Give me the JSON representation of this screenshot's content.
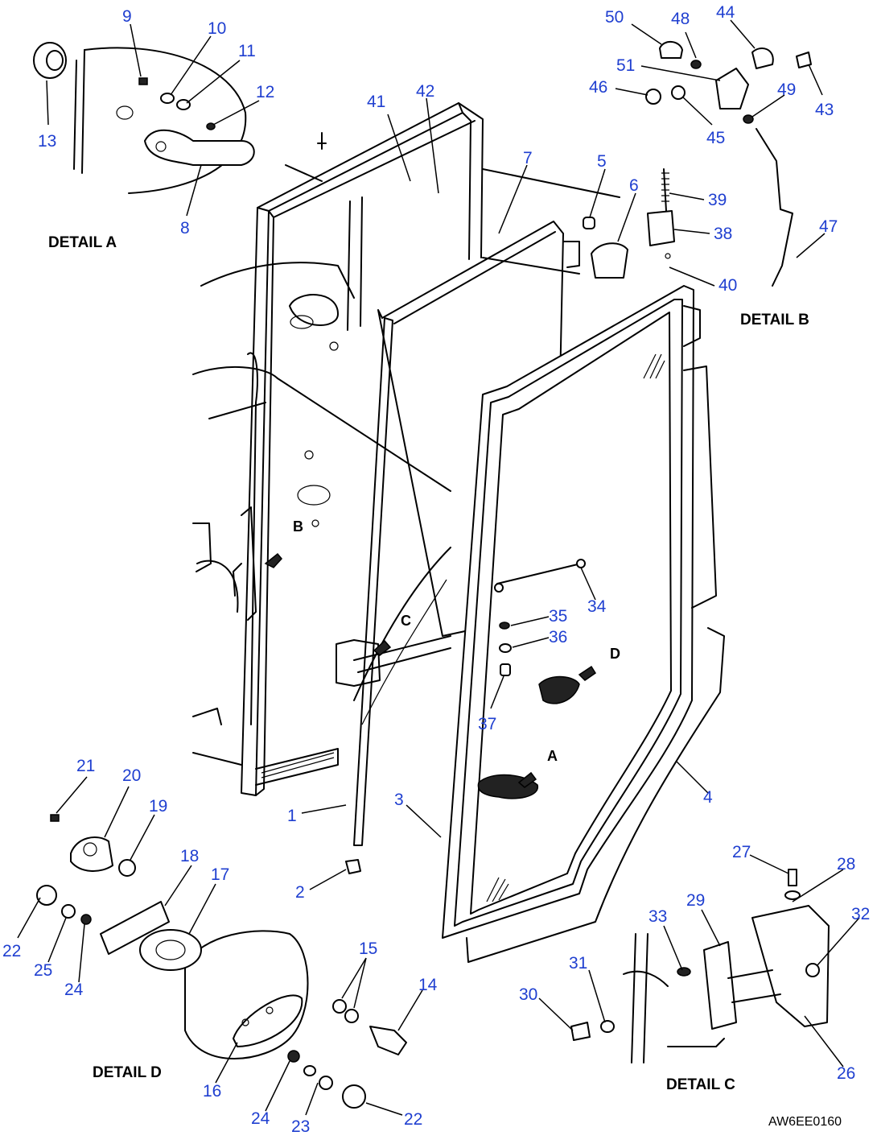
{
  "figure": {
    "detail_labels": {
      "a": "DETAIL A",
      "b": "DETAIL B",
      "c": "DETAIL C",
      "d": "DETAIL D"
    },
    "view_letters": {
      "a": "A",
      "b": "B",
      "c": "C",
      "d": "D"
    },
    "corner_code": "AW6EE0160",
    "callouts": [
      "9",
      "10",
      "11",
      "12",
      "13",
      "8",
      "41",
      "42",
      "7",
      "5",
      "6",
      "39",
      "38",
      "40",
      "50",
      "48",
      "44",
      "51",
      "46",
      "45",
      "49",
      "43",
      "47",
      "34",
      "35",
      "36",
      "37",
      "21",
      "20",
      "19",
      "18",
      "17",
      "22",
      "25",
      "24",
      "15",
      "14",
      "16",
      "24",
      "23",
      "22",
      "1",
      "2",
      "3",
      "4",
      "27",
      "28",
      "29",
      "33",
      "32",
      "31",
      "30",
      "26"
    ]
  },
  "colors": {
    "callout": "#1f3fd0",
    "line": "#000000",
    "background": "#ffffff"
  }
}
